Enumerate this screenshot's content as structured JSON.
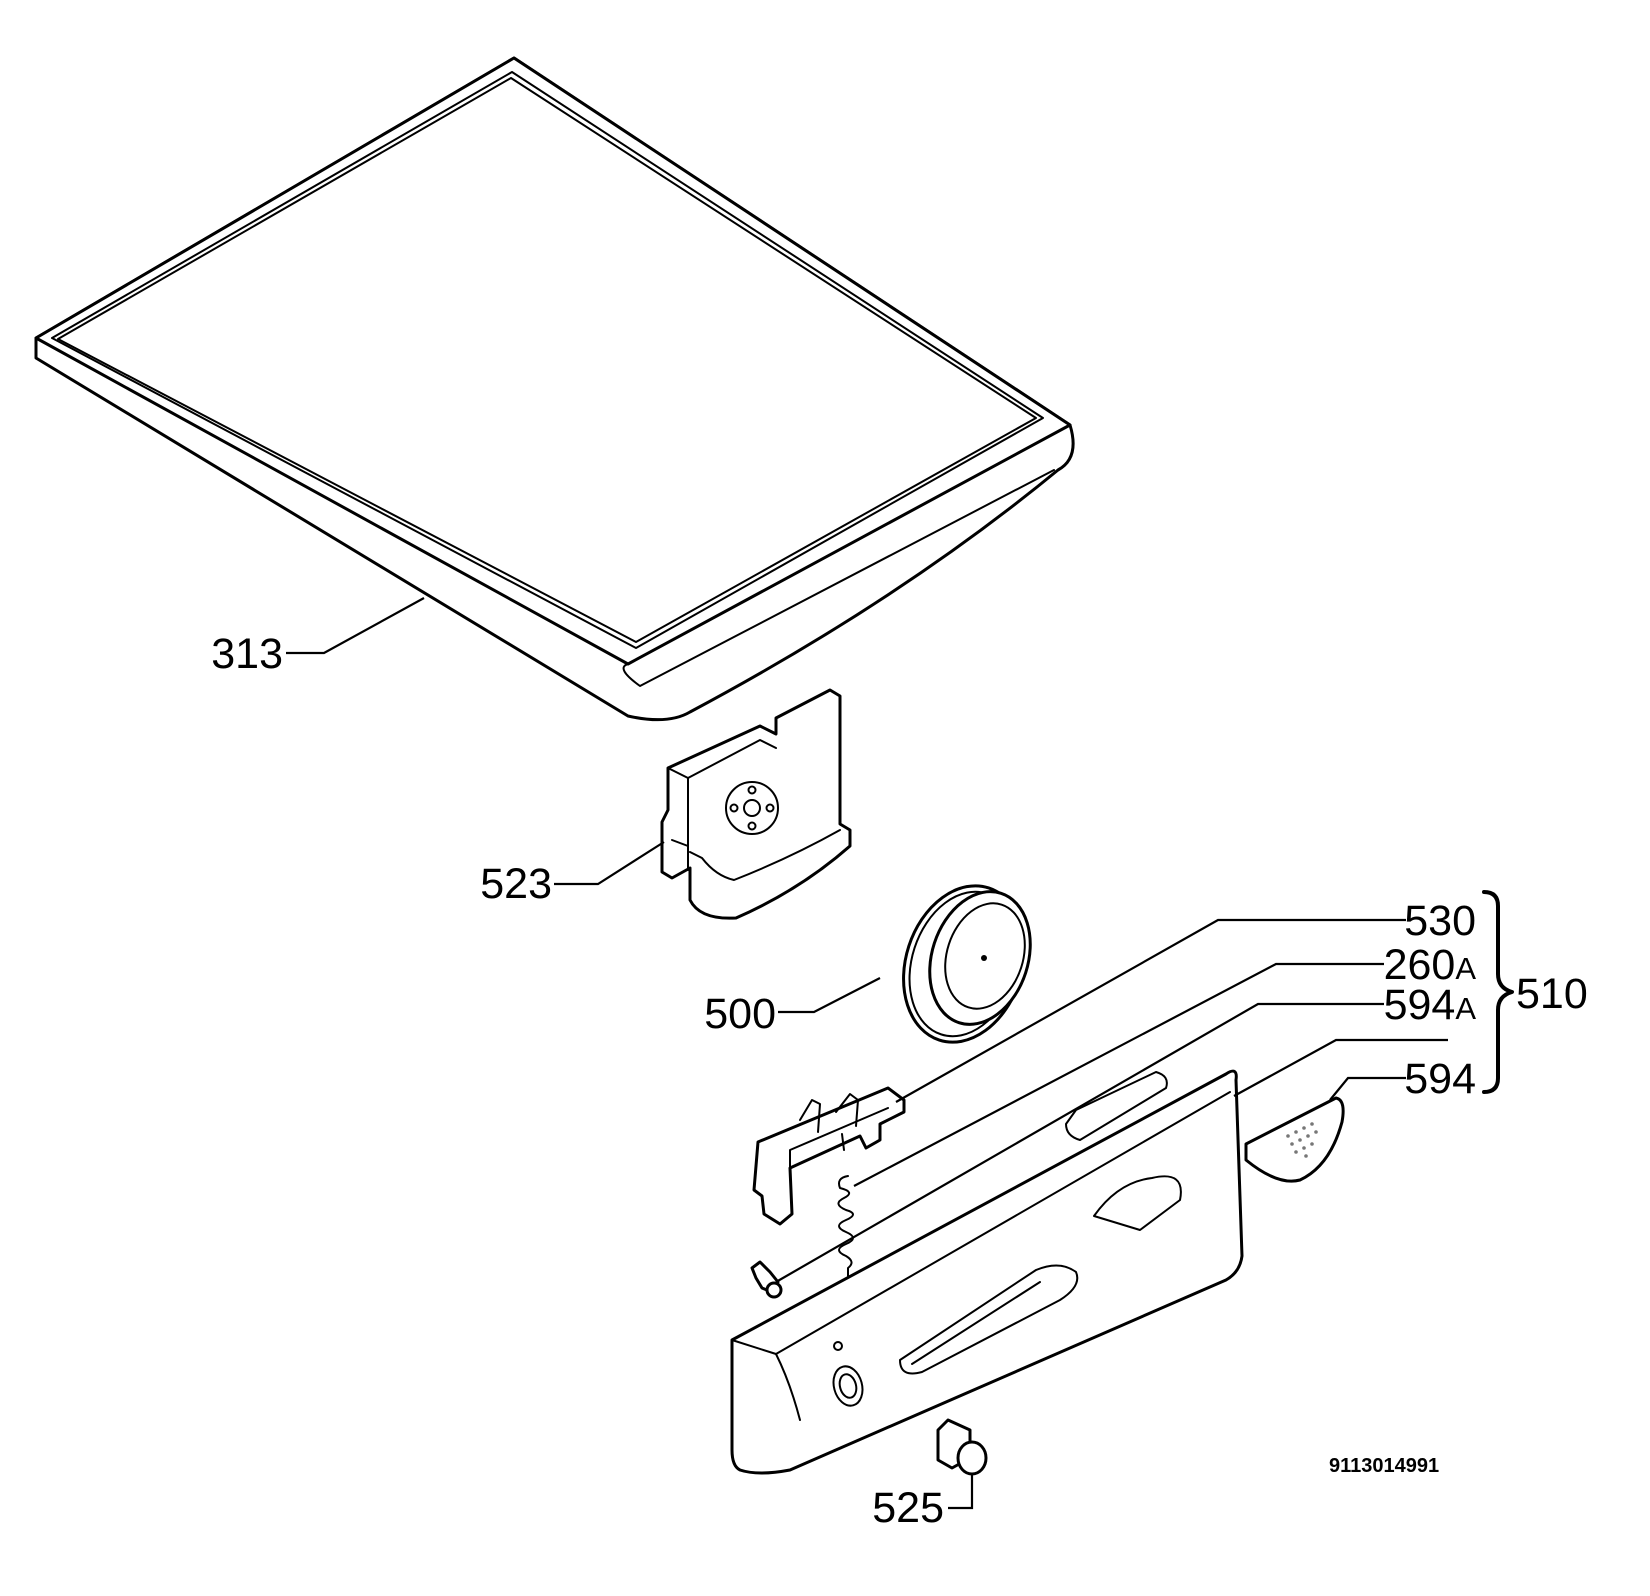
{
  "diagram": {
    "drawing_number": "9113014991",
    "parts": [
      {
        "id": "313",
        "name": "top-cover"
      },
      {
        "id": "523",
        "name": "hinge-bracket"
      },
      {
        "id": "500",
        "name": "round-cap"
      },
      {
        "id": "530",
        "name": "latch-lever"
      },
      {
        "id": "260A",
        "name": "spring"
      },
      {
        "id": "594A",
        "name": "pin"
      },
      {
        "id": "594",
        "name": "handle-insert"
      },
      {
        "id": "510",
        "name": "control-panel-assembly"
      },
      {
        "id": "525",
        "name": "knob"
      }
    ],
    "callouts": {
      "c313": "313",
      "c523": "523",
      "c500": "500",
      "c530": "530",
      "c260a_num": "260",
      "c260a_suffix": "A",
      "c594a_num": "594",
      "c594a_suffix": "A",
      "c594": "594",
      "c510": "510",
      "c525": "525"
    }
  }
}
